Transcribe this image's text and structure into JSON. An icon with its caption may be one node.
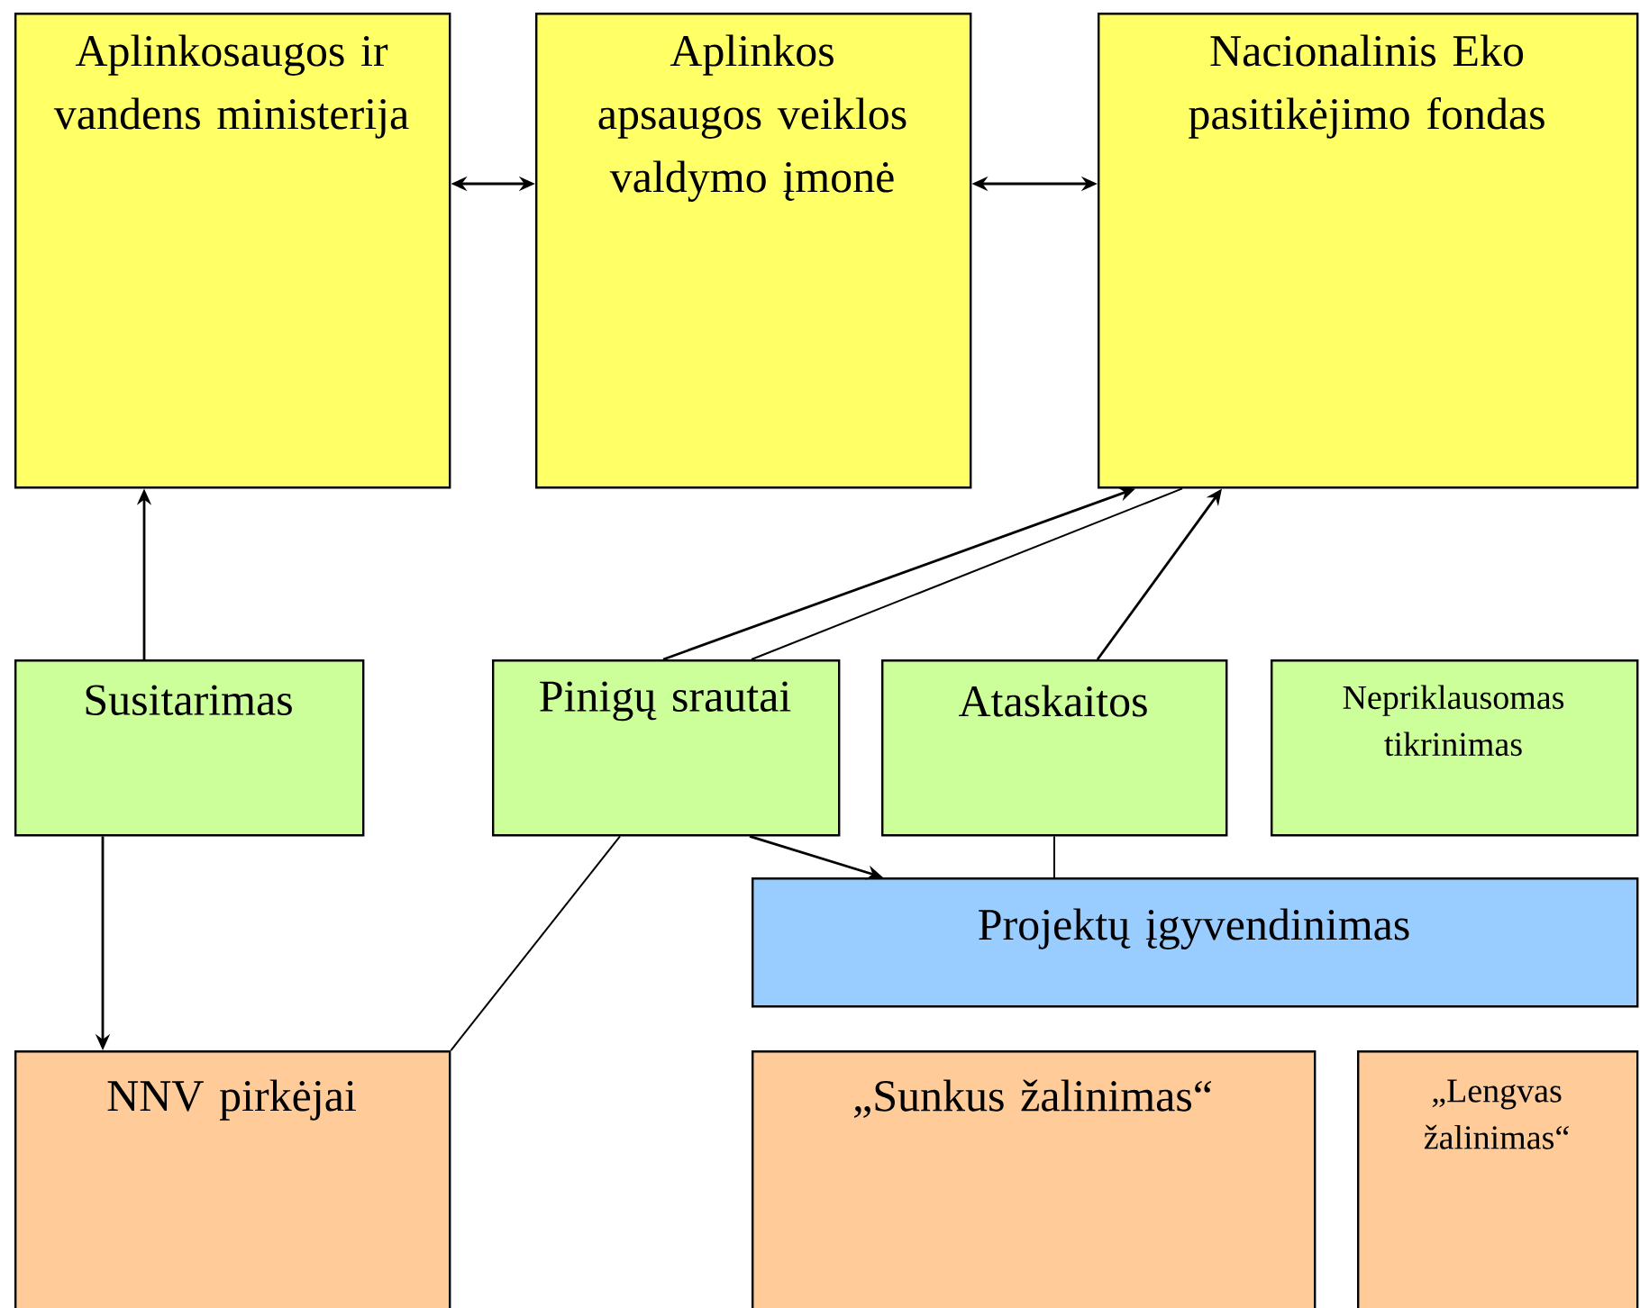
{
  "diagram": {
    "nodes": [
      {
        "text": [
          "Aplinkosaugos ir vandens ministerija"
        ]
      },
      {
        "text": [
          "Aplinkos apsaugos veiklos valdymo įmonė"
        ]
      },
      {
        "text": [
          "Nacionalinis Eko pasitikėjimo fondas"
        ]
      },
      {
        "text": [
          "Susitarimas"
        ]
      },
      {
        "text": [
          "Pinigų srautai"
        ]
      },
      {
        "text": [
          "Ataskaitos"
        ]
      },
      {
        "text": [
          "Nepriklausomas tikrinimas"
        ]
      },
      {
        "text": [
          "Projektų įgyvendinimas"
        ]
      },
      {
        "text": [
          "NNV pirkėjai"
        ]
      },
      {
        "text": [
          "„Sunkus žalinimas“"
        ]
      },
      {
        "text": [
          "„Lengvas žalinimas“"
        ]
      }
    ],
    "edges": [
      {
        "from": 0,
        "to": 1,
        "arrow": "both"
      },
      {
        "from": 1,
        "to": 2,
        "arrow": "both"
      },
      {
        "from": 3,
        "to": 0,
        "arrow": "to"
      },
      {
        "from": 4,
        "to": 2,
        "arrow": "to"
      },
      {
        "from": 4,
        "to": 2,
        "arrow": "none"
      },
      {
        "from": 5,
        "to": 2,
        "arrow": "to"
      },
      {
        "from": 3,
        "to": 8,
        "arrow": "to"
      },
      {
        "from": 4,
        "to": 7,
        "arrow": "to"
      },
      {
        "from": 5,
        "to": 7,
        "arrow": "none"
      },
      {
        "from": 4,
        "to": 8,
        "arrow": "none"
      }
    ]
  }
}
